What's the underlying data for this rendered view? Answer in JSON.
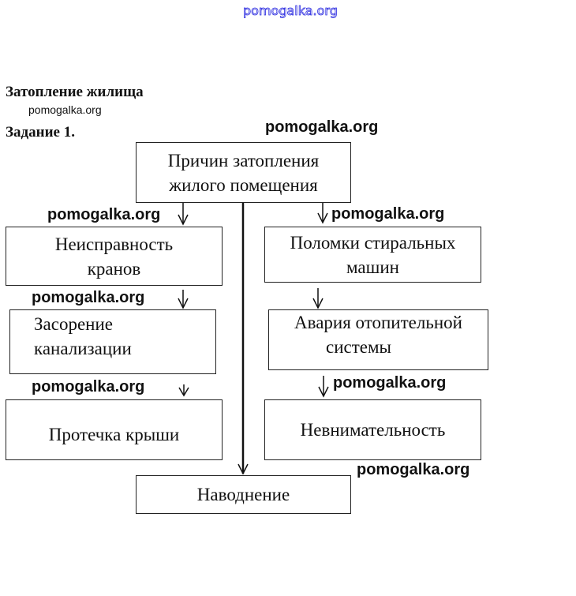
{
  "watermark": "pomogalka.org",
  "title": "Затопление жилища",
  "task": "Задание 1.",
  "diagram": {
    "root": [
      "Причин затопления",
      "жилого помещения"
    ],
    "left": [
      [
        "Неисправность",
        "кранов"
      ],
      [
        "Засорение",
        "канализации"
      ],
      [
        "Протечка крыши"
      ]
    ],
    "right": [
      [
        "Поломки стиральных",
        "машин"
      ],
      [
        "Авария отопительной",
        "системы"
      ],
      [
        "Невнимательность"
      ]
    ],
    "result": "Наводнение"
  },
  "colors": {
    "line": "#111111",
    "watermark_top": "#2b2be0"
  }
}
